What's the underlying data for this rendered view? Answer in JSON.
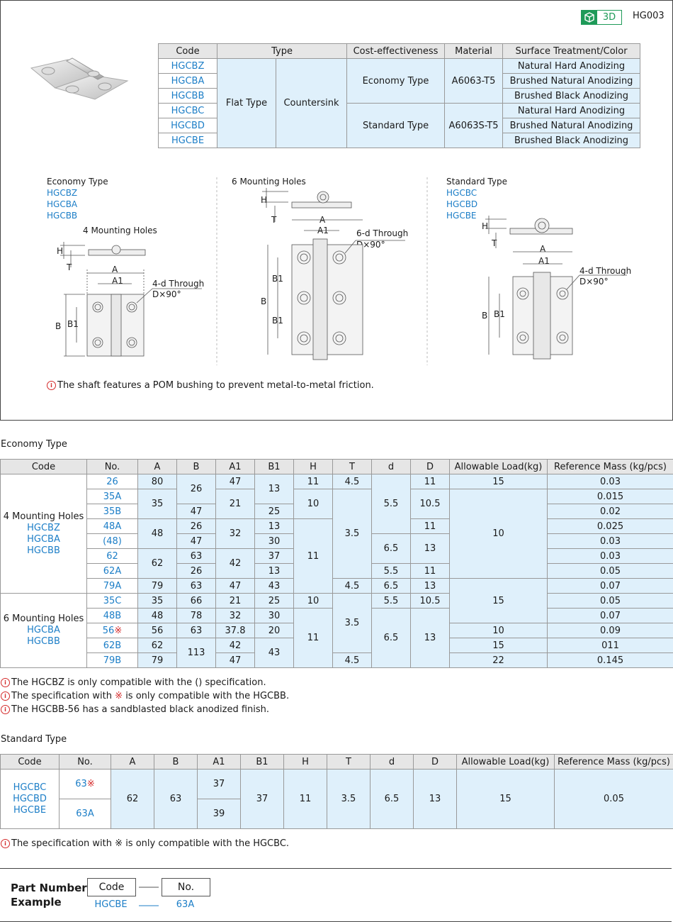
{
  "header": {
    "badge": "3D",
    "code": "HG003"
  },
  "top_table": {
    "headers": [
      "Code",
      "Type",
      "Cost-effectiveness",
      "Material",
      "Surface Treatment/Color"
    ],
    "codes": [
      "HGCBZ",
      "HGCBA",
      "HGCBB",
      "HGCBC",
      "HGCBD",
      "HGCBE"
    ],
    "type1": "Flat Type",
    "type2": "Countersink",
    "cost": [
      "Economy Type",
      "Standard Type"
    ],
    "material": [
      "A6063-T5",
      "A6063S-T5"
    ],
    "surface": [
      "Natural Hard Anodizing",
      "Brushed Natural Anodizing",
      "Brushed Black Anodizing",
      "Natural Hard Anodizing",
      "Brushed Natural Anodizing",
      "Brushed Black Anodizing"
    ]
  },
  "drawings": {
    "economy_title": "Economy Type",
    "economy_codes": [
      "HGCBZ",
      "HGCBA",
      "HGCBB"
    ],
    "four_holes": "4 Mounting Holes",
    "six_holes": "6 Mounting Holes",
    "standard_title": "Standard Type",
    "standard_codes": [
      "HGCBC",
      "HGCBD",
      "HGCBE"
    ],
    "through4": "4-d Through",
    "through6": "6-d Through",
    "countersink": "D×90°",
    "dim": {
      "A": "A",
      "A1": "A1",
      "B": "B",
      "B1": "B1",
      "H": "H",
      "T": "T"
    }
  },
  "shaft_note": "The shaft features a POM bushing to prevent metal-to-metal friction.",
  "economy": {
    "title": "Economy Type",
    "headers": [
      "Code",
      "No.",
      "A",
      "B",
      "A1",
      "B1",
      "H",
      "T",
      "d",
      "D",
      "Allowable Load(kg)",
      "Reference Mass (kg/pcs)"
    ],
    "group1": {
      "label": "4 Mounting Holes",
      "codes": [
        "HGCBZ",
        "HGCBA",
        "HGCBB"
      ]
    },
    "group2": {
      "label": "6 Mounting Holes",
      "codes": [
        "HGCBA",
        "HGCBB"
      ]
    },
    "rows": [
      {
        "no": "26",
        "A": "80",
        "B": "26",
        "A1": "47",
        "B1": "13",
        "H": "11",
        "T": "4.5",
        "d": "5.5",
        "D": "11",
        "load": "15",
        "mass": "0.03"
      },
      {
        "no": "35A",
        "A": "35",
        "B": "26",
        "A1": "21",
        "B1": "13",
        "H": "10",
        "T": "3.5",
        "d": "5.5",
        "D": "10.5",
        "load": "10",
        "mass": "0.015"
      },
      {
        "no": "35B",
        "A": "35",
        "B": "47",
        "A1": "21",
        "B1": "25",
        "H": "10",
        "T": "3.5",
        "d": "5.5",
        "D": "10.5",
        "load": "10",
        "mass": "0.02"
      },
      {
        "no": "48A",
        "A": "48",
        "B": "26",
        "A1": "32",
        "B1": "13",
        "H": "11",
        "T": "3.5",
        "d": "5.5",
        "D": "11",
        "load": "10",
        "mass": "0.025"
      },
      {
        "no": "(48)",
        "A": "48",
        "B": "47",
        "A1": "32",
        "B1": "30",
        "H": "11",
        "T": "3.5",
        "d": "6.5",
        "D": "13",
        "load": "10",
        "mass": "0.03"
      },
      {
        "no": "62",
        "A": "62",
        "B": "63",
        "A1": "42",
        "B1": "37",
        "H": "11",
        "T": "3.5",
        "d": "6.5",
        "D": "13",
        "load": "10",
        "mass": "0.03"
      },
      {
        "no": "62A",
        "A": "62",
        "B": "26",
        "A1": "42",
        "B1": "13",
        "H": "11",
        "T": "3.5",
        "d": "5.5",
        "D": "11",
        "load": "10",
        "mass": "0.05"
      },
      {
        "no": "79A",
        "A": "79",
        "B": "63",
        "A1": "47",
        "B1": "43",
        "H": "11",
        "T": "4.5",
        "d": "6.5",
        "D": "13",
        "load": "15",
        "mass": "0.07"
      },
      {
        "no": "35C",
        "A": "35",
        "B": "66",
        "A1": "21",
        "B1": "25",
        "H": "10",
        "T": "3.5",
        "d": "5.5",
        "D": "10.5",
        "load": "15",
        "mass": "0.05"
      },
      {
        "no": "48B",
        "A": "48",
        "B": "78",
        "A1": "32",
        "B1": "30",
        "H": "11",
        "T": "3.5",
        "d": "6.5",
        "D": "13",
        "load": "15",
        "mass": "0.07"
      },
      {
        "no": "56",
        "mark": "※",
        "A": "56",
        "B": "63",
        "A1": "37.8",
        "B1": "20",
        "H": "11",
        "T": "3.5",
        "d": "6.5",
        "D": "13",
        "load": "10",
        "mass": "0.09"
      },
      {
        "no": "62B",
        "A": "62",
        "B": "113",
        "A1": "42",
        "B1": "43",
        "H": "11",
        "T": "3.5",
        "d": "6.5",
        "D": "13",
        "load": "15",
        "mass": "011"
      },
      {
        "no": "79B",
        "A": "79",
        "B": "113",
        "A1": "47",
        "B1": "43",
        "H": "11",
        "T": "4.5",
        "d": "6.5",
        "D": "13",
        "load": "22",
        "mass": "0.145"
      }
    ],
    "notes": [
      "The HGCBZ is only compatible with the () specification.",
      [
        "The specification with ",
        "※",
        " is only compatible with the HGCBB."
      ],
      "The HGCBB-56 has a sandblasted black anodized finish."
    ]
  },
  "standard": {
    "title": "Standard Type",
    "headers": [
      "Code",
      "No.",
      "A",
      "B",
      "A1",
      "B1",
      "H",
      "T",
      "d",
      "D",
      "Allowable Load(kg)",
      "Reference Mass (kg/pcs)"
    ],
    "codes": [
      "HGCBC",
      "HGCBD",
      "HGCBE"
    ],
    "no1": "63",
    "no1_mark": "※",
    "no2": "63A",
    "A": "62",
    "B": "63",
    "A1_1": "37",
    "A1_2": "39",
    "B1": "37",
    "H": "11",
    "T": "3.5",
    "d": "6.5",
    "D": "13",
    "load": "15",
    "mass": "0.05",
    "note": [
      "The specification with ",
      "※",
      " is only compatible with the HGCBC."
    ]
  },
  "part_number": {
    "label1": "Part Number",
    "label2": "Example",
    "code_label": "Code",
    "no_label": "No.",
    "code_example": "HGCBE",
    "no_example": "63A"
  },
  "colors": {
    "accent": "#1c7ec7",
    "cell_blue": "#dff0fb",
    "header_gray": "#e6e6e6",
    "green": "#1e9a58",
    "red": "#d42a2a"
  }
}
